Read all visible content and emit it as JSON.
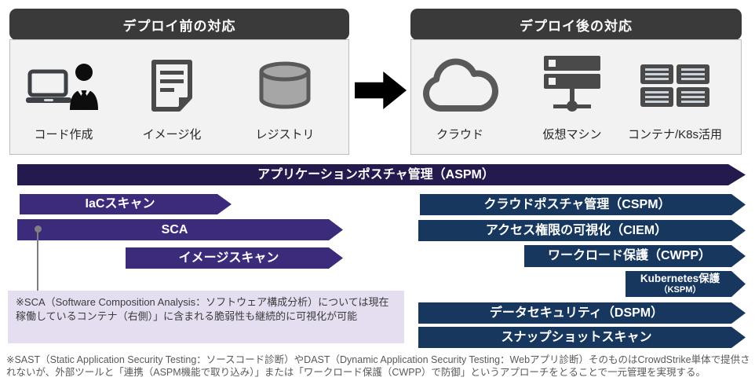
{
  "panels": {
    "pre": {
      "title": "デプロイ前の対応",
      "items": [
        {
          "icon": "laptop-person-icon",
          "label": "コード作成"
        },
        {
          "icon": "document-icon",
          "label": "イメージ化"
        },
        {
          "icon": "database-icon",
          "label": "レジストリ"
        }
      ]
    },
    "post": {
      "title": "デプロイ後の対応",
      "items": [
        {
          "icon": "cloud-icon",
          "label": "クラウド"
        },
        {
          "icon": "server-icon",
          "label": "仮想マシン"
        },
        {
          "icon": "containers-icon",
          "label": "コンテナ/K8s活用"
        }
      ]
    }
  },
  "banners": {
    "aspm": "アプリケーションポスチャ管理（ASPM）",
    "iac": "IaCスキャン",
    "sca": "SCA",
    "image_scan": "イメージスキャン",
    "cspm": "クラウドポスチャ管理（CSPM）",
    "ciem": "アクセス権限の可視化（CIEM）",
    "cwpp": "ワークロード保護（CWPP）",
    "kspm_line1": "Kubernetes保護",
    "kspm_line2": "（KSPM）",
    "dspm": "データセキュリティ（DSPM）",
    "snapshot": "スナップショットスキャン"
  },
  "callout": {
    "text": "※SCA（Software Composition Analysis：ソフトウェア構成分析）については現在稼働しているコンテナ（右側）」に含まれる脆弱性も継続的に可視化が可能"
  },
  "footnote": "※SAST（Static Application Security Testing：ソースコード診断）やDAST（Dynamic Application Security Testing：Webアプリ診断）そのものはCrowdStrike単体で提供されないが、外部ツールと「連携（ASPM機能で取り込み）」または「ワークロード保護（CWPP）で防御」というアプローチをとることで一元管理を実現する。",
  "colors": {
    "header_bar": "#3a3a3a",
    "panel_bg": "#f2f2f2",
    "aspm_banner": "#251a4d",
    "purple_banner": "#3c2b7a",
    "blue_banner": "#17375e",
    "callout_bg": "#e4def0",
    "connector": "#7f7f7f",
    "footnote_text": "#595959"
  }
}
